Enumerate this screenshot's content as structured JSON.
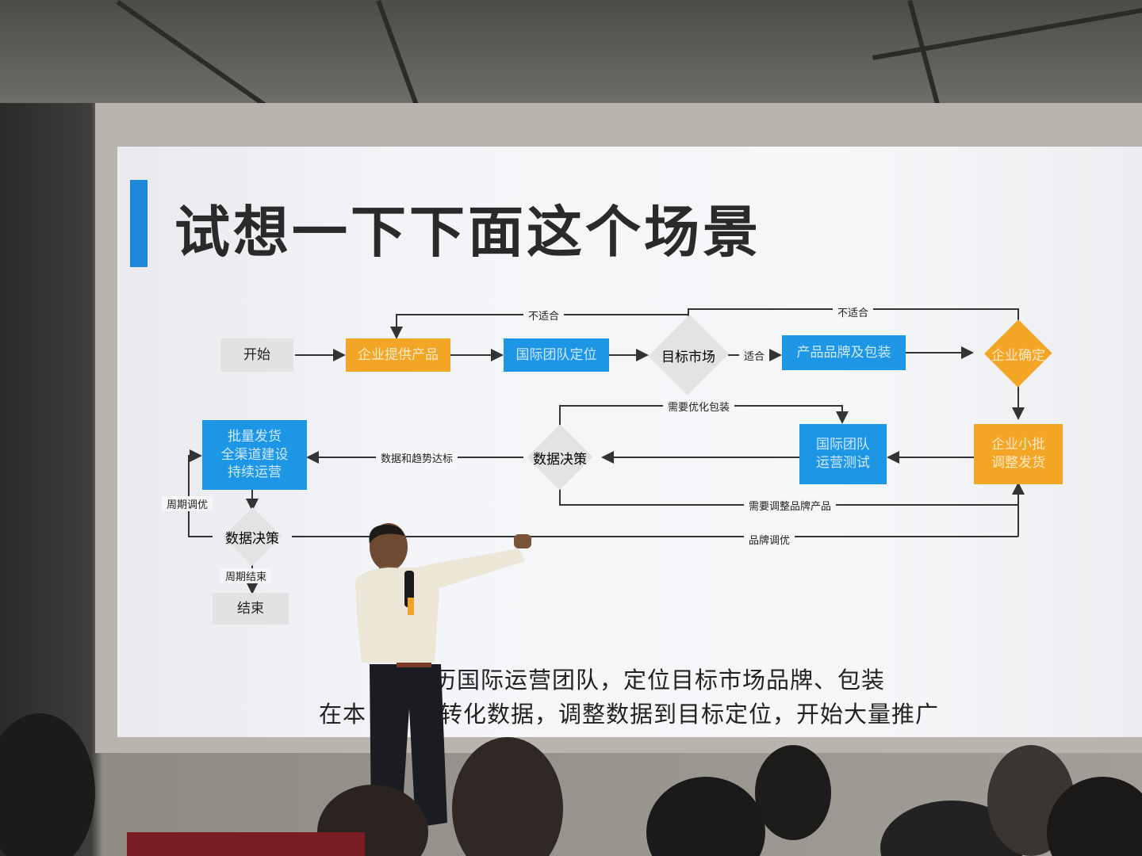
{
  "slide": {
    "title": "试想一下下面这个场景",
    "captions": [
      "历国际运营团队，定位目标市场品牌、包装",
      "在本",
      "转化数据，调整数据到目标定位，开始大量推广"
    ]
  },
  "flowchart": {
    "nodes": {
      "start": "开始",
      "company_product": "企业提供产品",
      "intl_team_position": "国际团队定位",
      "target_market": "目标市场",
      "brand_packaging": "产品品牌及包装",
      "company_confirm": "企业确定",
      "small_batch_line1": "企业小批",
      "small_batch_line2": "调整发货",
      "intl_team_test_line1": "国际团队",
      "intl_team_test_line2": "运营测试",
      "data_decision_mid": "数据决策",
      "mass_line1": "批量发货",
      "mass_line2": "全渠道建设",
      "mass_line3": "持续运营",
      "data_decision_bottom": "数据决策",
      "end": "结束"
    },
    "edge_labels": {
      "not_suitable_1": "不适合",
      "not_suitable_2": "不适合",
      "suitable": "适合",
      "optimize_packaging": "需要优化包装",
      "data_trend_ok": "数据和趋势达标",
      "adjust_brand_product": "需要调整品牌产品",
      "periodic_optimize": "周期调优",
      "brand_optimize": "品牌调优",
      "cycle_end": "周期结束"
    }
  }
}
